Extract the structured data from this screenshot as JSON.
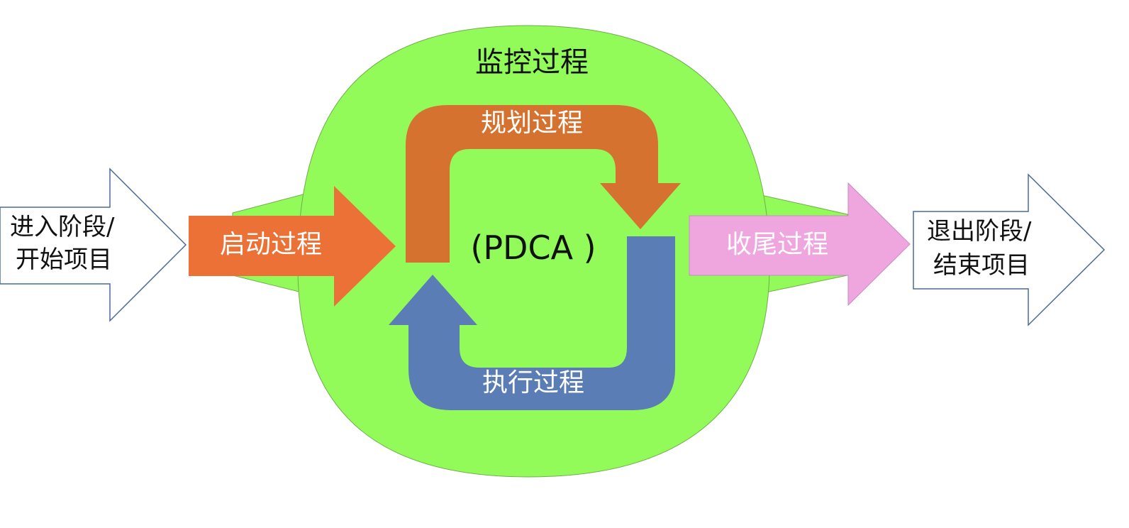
{
  "monitoring": {
    "label": "监控过程",
    "color": "#92fb5a"
  },
  "enter": {
    "line1": "进入阶段/",
    "line2": "开始项目"
  },
  "exit": {
    "line1": "退出阶段/",
    "line2": "结束项目"
  },
  "initiating": {
    "label": "启动过程",
    "color": "#ec7136"
  },
  "planning": {
    "label": "规划过程",
    "color": "#d5722f"
  },
  "executing": {
    "label": "执行过程",
    "color": "#5a7db5"
  },
  "closing": {
    "label": "收尾过程",
    "color": "#efa6df"
  },
  "cycle": {
    "label": "(PDCA )"
  }
}
